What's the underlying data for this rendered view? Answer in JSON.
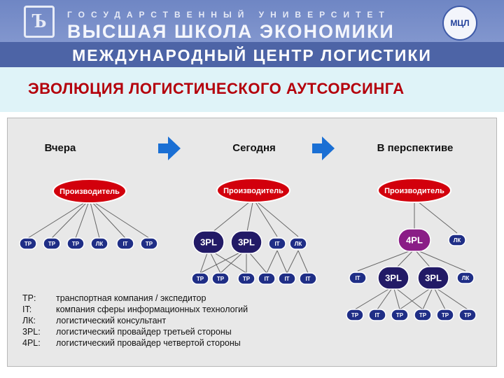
{
  "header": {
    "logo_glyph": "Ъ",
    "university_line1": "ГОСУДАРСТВЕННЫЙ УНИВЕРСИТЕТ",
    "university_line2": "ВЫСШАЯ ШКОЛА ЭКОНОМИКИ",
    "seal_label": "МЦЛ",
    "center_name": "МЕЖДУНАРОДНЫЙ ЦЕНТР ЛОГИСТИКИ"
  },
  "slide_title": "ЭВОЛЮЦИЯ ЛОГИСТИЧЕСКОГО АУТСОРСИНГА",
  "diagram": {
    "columns": [
      {
        "label": "Вчера",
        "root": "Производитель",
        "providers": [
          "TP",
          "TP",
          "TP",
          "ЛК",
          "IT",
          "TP"
        ]
      },
      {
        "label": "Сегодня",
        "root": "Производитель",
        "nodes": [
          "3PL",
          "3PL",
          "IT",
          "ЛК"
        ],
        "bottom": [
          "TP",
          "TP",
          "TP",
          "IT",
          "IT",
          "IT"
        ]
      },
      {
        "label": "В перспективе",
        "root": "Производитель",
        "top": [
          "4PL",
          "ЛК"
        ],
        "middle": [
          "IT",
          "3PL",
          "3PL",
          "ЛК"
        ],
        "bottom": [
          "TP",
          "IT",
          "TP",
          "TP",
          "TP",
          "TP"
        ]
      }
    ],
    "legend": [
      {
        "key": "TP:",
        "text": "транспортная компания / экспедитор"
      },
      {
        "key": "IT:",
        "text": "компания сферы информационных технологий"
      },
      {
        "key": "ЛК:",
        "text": "логистический консультант"
      },
      {
        "key": "3PL:",
        "text": "логистический провайдер третьей стороны"
      },
      {
        "key": "4PL:",
        "text": "логистический провайдер четвертой стороны"
      }
    ],
    "colors": {
      "producer": "#d2000c",
      "provider": "#1f2e86",
      "pl_node": "#221a66",
      "pl4_node": "#8a1d86",
      "arrow": "#1a6fd4"
    }
  }
}
